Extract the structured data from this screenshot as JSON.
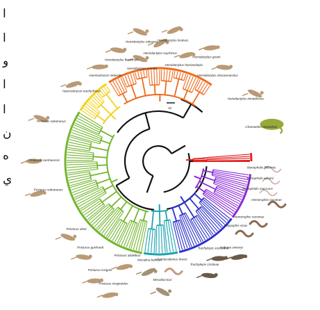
{
  "side_text": [
    "ا",
    "ا",
    "و",
    "ا",
    "ا",
    "ن",
    "ه",
    "ي"
  ],
  "scale_label": "10",
  "clade_colors": {
    "orange": "#ee6a1c",
    "yellow": "#f3d21e",
    "green": "#74b52f",
    "red": "#e32020",
    "purple": "#8a2bd6",
    "blue": "#2a2fc8",
    "teal": "#1aa3b0",
    "core": "#111111"
  },
  "species": [
    {
      "name": "Hemidactylus robustus",
      "icon": "gecko-photo"
    },
    {
      "name": "Hemidactylus flaviviridis",
      "icon": "gecko-photo"
    },
    {
      "name": "Hemidactylus festivus",
      "icon": "gecko-photo"
    },
    {
      "name": "Hemidactylus oxyrhinus",
      "icon": "gecko-photo"
    },
    {
      "name": "Hemidactylus granti",
      "icon": "gecko-photo"
    },
    {
      "name": "Hemidactylus pumilio",
      "icon": "gecko-photo"
    },
    {
      "name": "Hemidactylus homoeolepis",
      "icon": "gecko-photo"
    },
    {
      "name": "Haemodracon riebeckii",
      "icon": "gecko-photo"
    },
    {
      "name": "Hemidactylus dracaenacolus",
      "icon": "gecko-photo"
    },
    {
      "name": "Haemodracon trachyrhinus",
      "icon": "gecko-photo"
    },
    {
      "name": "Hemidactylus inintellectus",
      "icon": "gecko-photo"
    },
    {
      "name": "Pristurus sokotranus",
      "icon": "gecko-photo"
    },
    {
      "name": "Chamaeleo monachus",
      "icon": "chameleon-photo"
    },
    {
      "name": "Hemerophis socotrae",
      "icon": "snake-photo"
    },
    {
      "name": "Pristurus samhaensis",
      "icon": "gecko-photo"
    },
    {
      "name": "Myriopholis filiformis",
      "icon": "worm-snake-photo"
    },
    {
      "name": "Myriopholis wilsoni",
      "icon": "worm-snake-photo"
    },
    {
      "name": "Myriopholis macrurus",
      "icon": "worm-snake-photo"
    },
    {
      "name": "Pristurus sokotranus",
      "icon": "gecko-photo"
    },
    {
      "name": "Hemerophis socotrae",
      "icon": "snake-photo"
    },
    {
      "name": "Ditypophis vivax",
      "icon": "snake-photo"
    },
    {
      "name": "Haburia simonyi",
      "icon": "skink-photo"
    },
    {
      "name": "Pristurus obsti",
      "icon": "gecko-photo"
    },
    {
      "name": "Trachylepis socotrana",
      "icon": "skink-photo"
    },
    {
      "name": "Pristurus guichardi",
      "icon": "gecko-photo"
    },
    {
      "name": "Trachylepis cristinae",
      "icon": "skink-photo"
    },
    {
      "name": "Pristurus abdelkuri",
      "icon": "gecko-photo"
    },
    {
      "name": "Mesalina balfouri",
      "icon": "lacertid-photo"
    },
    {
      "name": "Pachycalamus brevis",
      "icon": "amphisbaenian-photo"
    },
    {
      "name": "Pristurus insignis",
      "icon": "gecko-photo"
    },
    {
      "name": "Mesalina kuri",
      "icon": "lacertid-photo"
    },
    {
      "name": "Pristurus insignoides",
      "icon": "gecko-photo"
    }
  ]
}
